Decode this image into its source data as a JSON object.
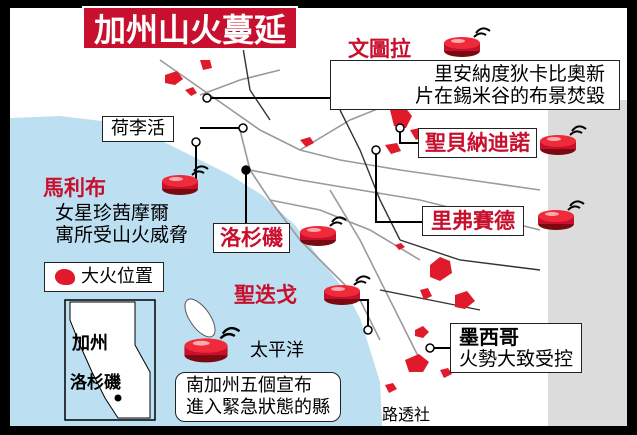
{
  "title": "加州山火蔓延",
  "labels": {
    "ventura_name": "文圖拉",
    "ventura_note_1": "里安納度狄卡比奧新",
    "ventura_note_2": "片在錫米谷的布景焚毀",
    "hollywood": "荷李活",
    "san_bernardino": "聖貝納迪諾",
    "malibu_name": "馬利布",
    "malibu_note_1": "女星珍茜摩爾",
    "malibu_note_2": "寓所受山火威脅",
    "los_angeles": "洛杉磯",
    "riverside": "里弗賽德",
    "legend": "大火位置",
    "san_diego": "聖迭戈",
    "pacific": "太平洋",
    "emergency_1": "南加州五個宣布",
    "emergency_2": "進入緊急狀態的縣",
    "mexico_name": "墨西哥",
    "mexico_note": "火勢大致受控",
    "inset_state": "加州",
    "inset_city": "洛杉磯",
    "credit": "路透社"
  },
  "colors": {
    "fire": "#e01a2b",
    "title_bg": "#c8102e",
    "ocean": "#bcdff2",
    "land": "#ffffff",
    "border": "#000000",
    "roads": "#9a9a9a"
  },
  "icons": [
    "alarm-icon",
    "fire-blob-icon"
  ]
}
